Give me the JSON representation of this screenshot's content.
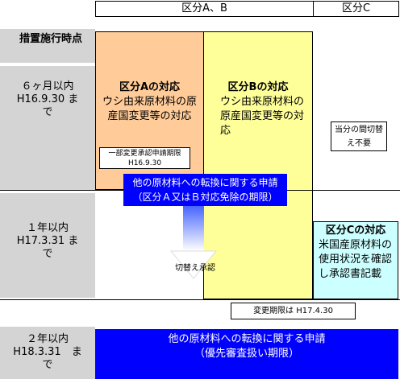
{
  "header": {
    "col_ab": "区分A、B",
    "col_c": "区分C"
  },
  "rows": {
    "measure_time": "措置施行時点",
    "six_months": [
      "６ヶ月以内",
      "H16.9.30 まで"
    ],
    "one_year": [
      "１年以内",
      "H17.3.31 まで"
    ],
    "two_years": [
      "２年以内",
      "H18.3.31　まで"
    ]
  },
  "zone_a": {
    "title": "区分Aの対応",
    "body": "ウシ由来原材料の原産国変更等の対応",
    "deadline": "一部変更承認申請期限 H16.9.30"
  },
  "zone_b": {
    "title": "区分Bの対応",
    "body": "ウシ由来原材料の原産国変更等の対応"
  },
  "zone_c": {
    "note": "当分の間切替え不要",
    "title": "区分Cの対応",
    "body": "米国産原材料の使用状況を確認し承認書記載"
  },
  "transfer_ab": {
    "line1": "他の原材料への転換に関する申請",
    "line2": "（区分Ａ又はＢ対応免除の期限）"
  },
  "arrow_label": "切替え承認",
  "change_deadline": "変更期限は H17.4.30",
  "transfer_all": {
    "line1": "他の原材料への転換に関する申請",
    "line2": "（優先審査扱い期限）"
  },
  "colors": {
    "zone_a": "#ffcc99",
    "zone_b": "#ffff99",
    "zone_c": "#ccffff",
    "row_label": "#d4d4d4",
    "blue": "#0000ff"
  }
}
